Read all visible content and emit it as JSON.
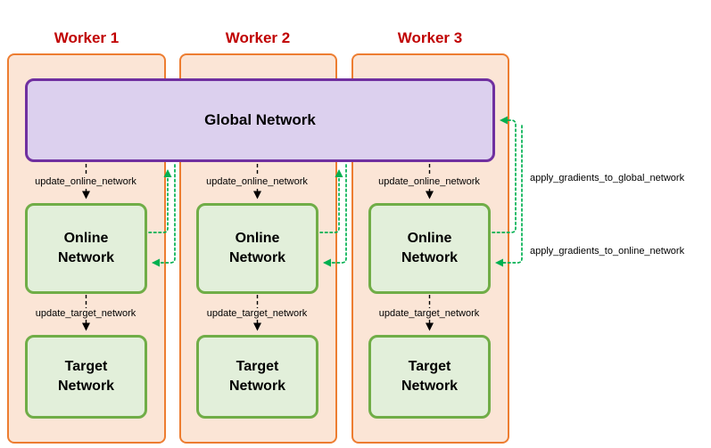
{
  "diagram": {
    "workers": [
      {
        "title": "Worker 1"
      },
      {
        "title": "Worker 2"
      },
      {
        "title": "Worker 3"
      }
    ],
    "global_network": {
      "label": "Global Network"
    },
    "online_network": {
      "label": "Online Network"
    },
    "target_network": {
      "label": "Target Network"
    },
    "edge_labels": {
      "update_online": "update_online_network",
      "update_target": "update_target_network",
      "apply_gradients_global": "apply_gradients_to_global_network",
      "apply_gradients_online": "apply_gradients_to_online_network"
    },
    "colors": {
      "worker_border": "#ED7D31",
      "worker_fill": "#FBE5D6",
      "global_border": "#7030A0",
      "global_fill": "#DCD0EE",
      "network_border": "#70AD47",
      "network_fill": "#E2EFDA",
      "title_color": "#C00000",
      "gradient_arrow": "#00B050",
      "update_arrow": "#000000"
    }
  }
}
